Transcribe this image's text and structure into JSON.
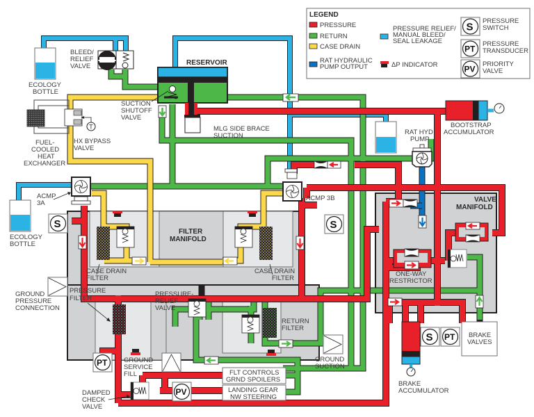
{
  "colors": {
    "pressure": "#e8202a",
    "return": "#4db848",
    "case_drain": "#fcd94a",
    "rat_output": "#0a72c0",
    "relief_bleed": "#2bb3e6",
    "manifold": "#d1d2d4",
    "manifold_inner": "#e6e7e8",
    "outline": "#231f20"
  },
  "legend": {
    "title": "LEGEND",
    "items": [
      {
        "key": "pressure",
        "label": "PRESSURE"
      },
      {
        "key": "return",
        "label": "RETURN"
      },
      {
        "key": "case_drain",
        "label": "CASE DRAIN"
      },
      {
        "key": "rat_output",
        "label_line1": "RAT HYDRAULIC",
        "label_line2": "PUMP OUTPUT"
      },
      {
        "key": "relief_bleed",
        "label_line1": "PRESSURE RELIEF/",
        "label_line2": "MANUAL BLEED/",
        "label_line3": "SEAL LEAKAGE"
      },
      {
        "key": "dp_indicator",
        "label": "ΔP INDICATOR"
      }
    ],
    "symbols": [
      {
        "glyph": "S",
        "line1": "PRESSURE",
        "line2": "SWITCH"
      },
      {
        "glyph": "PT",
        "line1": "PRESSURE",
        "line2": "TRANSDUCER"
      },
      {
        "glyph": "PV",
        "line1": "PRIORITY",
        "line2": "VALVE"
      }
    ]
  },
  "components": {
    "reservoir": "RESERVOIR",
    "bleed_relief_valve": [
      "BLEED/",
      "RELIEF",
      "VALVE"
    ],
    "ecology_bottle_top": [
      "ECOLOGY",
      "BOTTLE"
    ],
    "ecology_bottle_left": [
      "ECOLOGY",
      "BOTTLE"
    ],
    "suction_shutoff_valve": [
      "SUCTION",
      "SHUTOFF",
      "VALVE"
    ],
    "hx_bypass_valve": [
      "HX BYPASS",
      "VALVE"
    ],
    "heat_exchanger": [
      "FUEL-",
      "COOLED",
      "HEAT",
      "EXCHANGER"
    ],
    "mlg_side_brace": [
      "MLG SIDE BRACE",
      "SUCTION"
    ],
    "bootstrap_accumulator": [
      "BOOTSTRAP",
      "ACCUMULATOR"
    ],
    "rat_hyd_pump": [
      "RAT HYD",
      "PUMP"
    ],
    "acmp_3a": [
      "ACMP",
      "3A"
    ],
    "acmp_3b": "ACMP 3B",
    "filter_manifold": [
      "FILTER",
      "MANIFOLD"
    ],
    "case_drain_filter_left": [
      "CASE DRAIN",
      "FILTER"
    ],
    "case_drain_filter_right": [
      "CASE DRAIN",
      "FILTER"
    ],
    "valve_manifold": [
      "VALVE",
      "MANIFOLD"
    ],
    "one_way_restrictor": [
      "ONE-WAY",
      "RESTRICTOR"
    ],
    "ground_pressure_connection": [
      "GROUND",
      "PRESSURE",
      "CONNECTION"
    ],
    "pressure_filter": [
      "PRESSURE",
      "FILTER"
    ],
    "pressure_relief_valve": [
      "PRESSURE-",
      "RELIEF",
      "VALVE"
    ],
    "return_filter": [
      "RETURN",
      "FILTER"
    ],
    "ground_suction": [
      "GROUND",
      "SUCTION"
    ],
    "ground_service_fill": [
      "GROUND",
      "SERVICE",
      "FILL"
    ],
    "damped_check_valve": [
      "DAMPED",
      "CHECK",
      "VALVE"
    ],
    "flt_controls": [
      "FLT CONTROLS",
      "GRND SPOILERS"
    ],
    "landing_gear": [
      "LANDING GEAR",
      "NW STEERING"
    ],
    "brake_accumulator": [
      "BRAKE",
      "ACCUMULATOR"
    ],
    "brake_valves": [
      "BRAKE",
      "VALVES"
    ],
    "thermostat_glyph": "T"
  },
  "symbol_glyphs": {
    "switch": "S",
    "transducer": "PT",
    "priority": "PV"
  }
}
